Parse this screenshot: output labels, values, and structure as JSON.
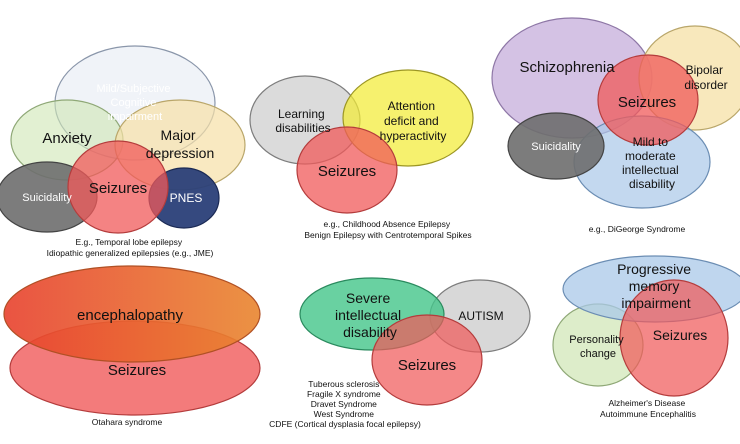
{
  "panels": {
    "p1": {
      "labels": {
        "mild": [
          "Mild/Subjective",
          "Cognitive",
          "impairment"
        ],
        "anxiety": "Anxiety",
        "depression": [
          "Major",
          "depression"
        ],
        "suicidality": "Suicidality",
        "seizures": "Seizures",
        "pnes": "PNES"
      },
      "caption": [
        "E.g., Temporal lobe epilepsy",
        "Idiopathic generalized epilepsies (e.g., JME)"
      ]
    },
    "p2": {
      "labels": {
        "learning": [
          "Learning",
          "disabilities"
        ],
        "attention": [
          "Attention",
          "deficit and",
          "hyperactivity"
        ],
        "seizures": "Seizures"
      },
      "caption": [
        "e.g., Childhood Absence Epilepsy",
        "Benign Epilepsy with Centrotemporal Spikes"
      ]
    },
    "p3": {
      "labels": {
        "schizophrenia": "Schizophrenia",
        "bipolar": [
          "Bipolar",
          "disorder"
        ],
        "seizures": "Seizures",
        "suicidality": "Suicidality",
        "intellectual": [
          "Mild to",
          "moderate",
          "intellectual",
          "disability"
        ]
      },
      "caption": [
        "e.g., DiGeorge Syndrome"
      ]
    },
    "p4": {
      "labels": {
        "encephalopathy": "encephalopathy",
        "seizures": "Seizures"
      },
      "caption": [
        "Otahara syndrome"
      ]
    },
    "p5": {
      "labels": {
        "severe": [
          "Severe",
          "intellectual",
          "disability"
        ],
        "autism": "AUTISM",
        "seizures": "Seizures"
      },
      "caption": [
        "Tuberous sclerosis",
        "Fragile X syndrome",
        "Dravet Syndrome",
        "West Syndrome",
        "CDFE (Cortical dysplasia focal epilepsy)"
      ]
    },
    "p6": {
      "labels": {
        "memory": [
          "Progressive",
          "memory",
          "impairment"
        ],
        "personality": [
          "Personality",
          "change"
        ],
        "seizures": "Seizures"
      },
      "caption": [
        "Alzheimer's Disease",
        "Autoimmune Encephalitis"
      ]
    }
  },
  "colors": {
    "seizures_red": "#f05a5a",
    "gray": "#6e6e6e",
    "navy": "#2a3f78",
    "lavender": "#c9b3dd",
    "pale_yellow": "#f6e0a6",
    "pale_blue": "#a9c8e8",
    "green_light": "#cfe6b4",
    "yellow": "#f2ec36",
    "orange": "#e9732b",
    "teal_green": "#43c58a",
    "silver": "#c8c8c8"
  }
}
